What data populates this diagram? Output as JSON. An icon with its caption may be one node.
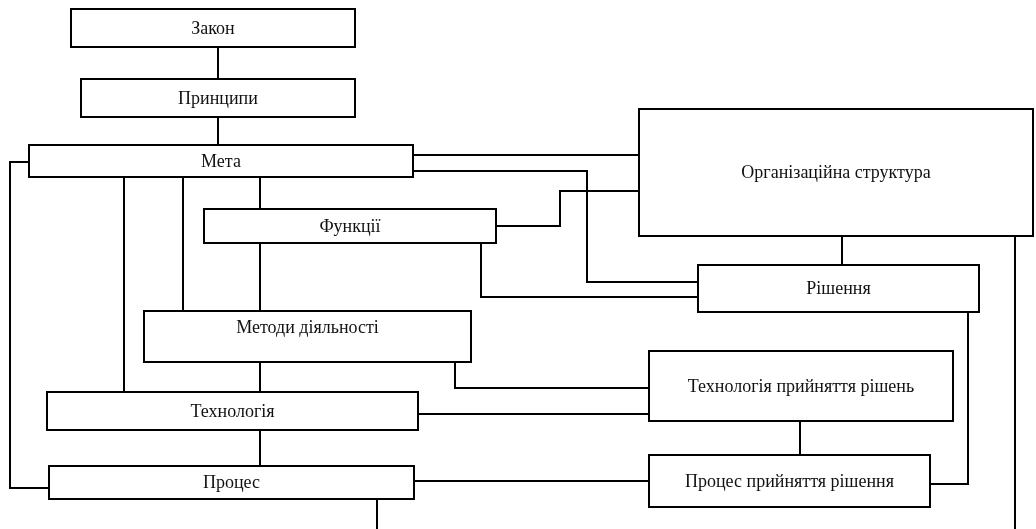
{
  "diagram": {
    "nodes": [
      {
        "text": [
          "Закон"
        ]
      },
      {
        "text": [
          "Принципи"
        ]
      },
      {
        "text": [
          "Мета"
        ]
      },
      {
        "text": [
          "Організаційна структура"
        ]
      },
      {
        "text": [
          "Функції"
        ]
      },
      {
        "text": [
          "Рішення"
        ]
      },
      {
        "text": [
          "Методи діяльності"
        ]
      },
      {
        "text": [
          "Технологія прийняття рішень"
        ]
      },
      {
        "text": [
          "Технологія"
        ]
      },
      {
        "text": [
          "Процес прийняття рішення"
        ]
      },
      {
        "text": [
          "Процес"
        ]
      }
    ],
    "edges": [
      {
        "from": 0,
        "to": 1,
        "arrow": "none"
      },
      {
        "from": 1,
        "to": 2,
        "arrow": "none"
      },
      {
        "from": 2,
        "to": 3,
        "arrow": "none"
      },
      {
        "from": 2,
        "to": 5,
        "arrow": "none"
      },
      {
        "from": 4,
        "to": 3,
        "arrow": "none"
      },
      {
        "from": 4,
        "to": 5,
        "arrow": "none"
      },
      {
        "from": 3,
        "to": 5,
        "arrow": "none"
      },
      {
        "from": 3,
        "to": null,
        "arrow": "none"
      },
      {
        "from": 2,
        "to": 4,
        "arrow": "none"
      },
      {
        "from": 2,
        "to": 6,
        "arrow": "none"
      },
      {
        "from": 2,
        "to": 8,
        "arrow": "none"
      },
      {
        "from": 2,
        "to": 10,
        "arrow": "none"
      },
      {
        "from": 4,
        "to": 6,
        "arrow": "none"
      },
      {
        "from": 6,
        "to": 8,
        "arrow": "none"
      },
      {
        "from": 6,
        "to": 7,
        "arrow": "none"
      },
      {
        "from": 8,
        "to": 7,
        "arrow": "none"
      },
      {
        "from": 8,
        "to": 10,
        "arrow": "none"
      },
      {
        "from": 7,
        "to": 9,
        "arrow": "none"
      },
      {
        "from": 10,
        "to": 9,
        "arrow": "none"
      },
      {
        "from": 5,
        "to": 9,
        "arrow": "none"
      },
      {
        "from": 10,
        "to": null,
        "arrow": "none"
      }
    ]
  }
}
